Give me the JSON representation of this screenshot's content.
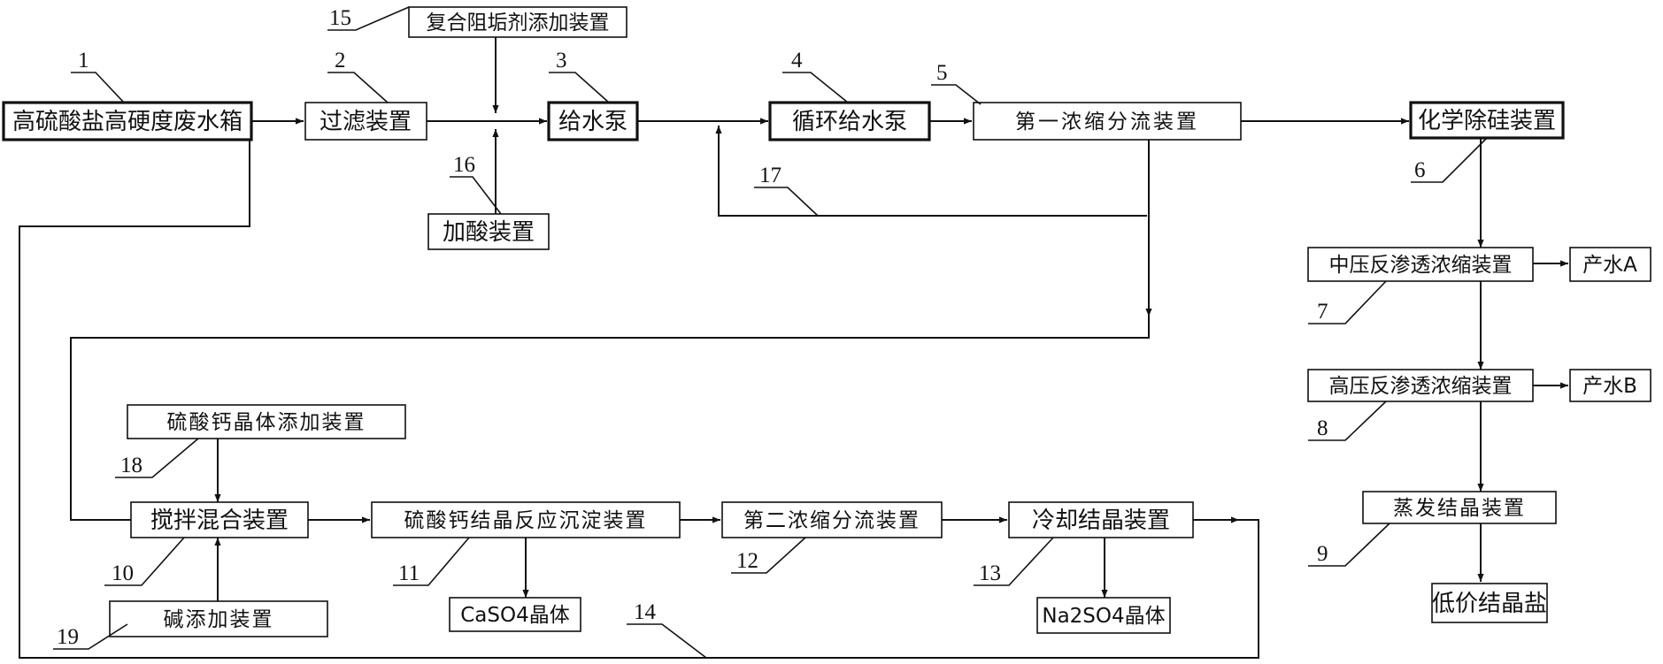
{
  "boxes": [
    {
      "id": "b1",
      "label": "高硫酸盐高硬度废水箱"
    },
    {
      "id": "b2",
      "label": "过滤装置"
    },
    {
      "id": "b3",
      "label": "给水泵"
    },
    {
      "id": "b4",
      "label": "循环给水泵"
    },
    {
      "id": "b5",
      "label": "第一浓缩分流装置"
    },
    {
      "id": "b6",
      "label": "化学除硅装置"
    },
    {
      "id": "b7",
      "label": "中压反渗透浓缩装置"
    },
    {
      "id": "b7o",
      "label": "产水A"
    },
    {
      "id": "b8",
      "label": "高压反渗透浓缩装置"
    },
    {
      "id": "b8o",
      "label": "产水B"
    },
    {
      "id": "b9",
      "label": "蒸发结晶装置"
    },
    {
      "id": "b9o",
      "label": "低价结晶盐"
    },
    {
      "id": "b10",
      "label": "搅拌混合装置"
    },
    {
      "id": "b11",
      "label": "硫酸钙结晶反应沉淀装置"
    },
    {
      "id": "b11o",
      "label": "CaSO4晶体"
    },
    {
      "id": "b12",
      "label": "第二浓缩分流装置"
    },
    {
      "id": "b13",
      "label": "冷却结晶装置"
    },
    {
      "id": "b13o",
      "label": "Na2SO4晶体"
    },
    {
      "id": "b15",
      "label": "复合阻垢剂添加装置"
    },
    {
      "id": "b16",
      "label": "加酸装置"
    },
    {
      "id": "b18",
      "label": "硫酸钙晶体添加装置"
    },
    {
      "id": "b19",
      "label": "碱添加装置"
    }
  ],
  "reference_numbers": [
    "1",
    "2",
    "3",
    "4",
    "5",
    "6",
    "7",
    "8",
    "9",
    "10",
    "11",
    "12",
    "13",
    "14",
    "15",
    "16",
    "17",
    "18",
    "19"
  ]
}
